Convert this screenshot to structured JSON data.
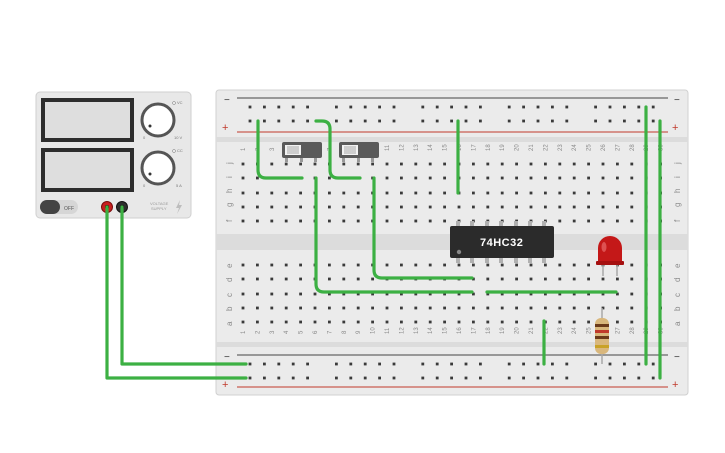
{
  "power_supply": {
    "knob1_label": "VC",
    "knob1_scale_min": "0",
    "knob1_scale_max": "10 V",
    "knob2_label": "CC",
    "knob2_scale_min": "0",
    "knob2_scale_max": "5 A",
    "switch_label": "OFF",
    "brand_line1": "VOLTAGE",
    "brand_line2": "SUPPLY"
  },
  "breadboard": {
    "rail_minus": "−",
    "rail_plus": "+",
    "row_labels_top": [
      "j",
      "i",
      "h",
      "g",
      "f"
    ],
    "row_labels_bottom": [
      "e",
      "d",
      "c",
      "b",
      "a"
    ],
    "columns": 30
  },
  "chip": {
    "label": "74HC32"
  },
  "colors": {
    "wire": "#3cb043",
    "board": "#e9e9e9",
    "chip_body": "#2b2b2b",
    "led": "#c41818",
    "rail_red": "#c0392b"
  }
}
